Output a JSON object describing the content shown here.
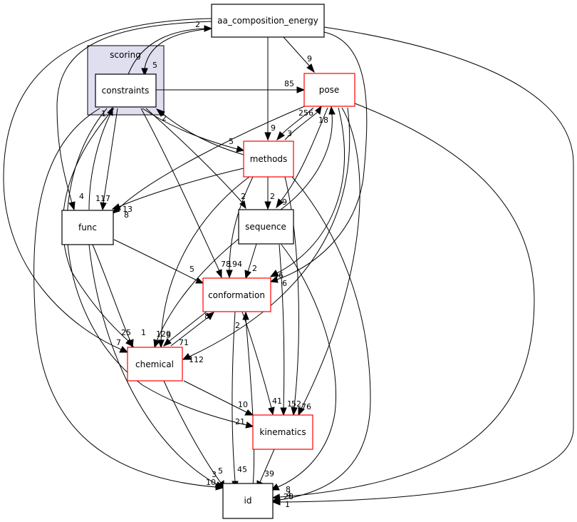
{
  "colors": {
    "normal_border": "#000000",
    "highlight_border": "#ff0000",
    "cluster_fill": "#dfdff0",
    "cluster_border": "#000000"
  },
  "cluster": {
    "title": "scoring"
  },
  "nodes": {
    "aa_composition_energy": "aa_composition_energy",
    "constraints": "constraints",
    "pose": "pose",
    "methods": "methods",
    "func": "func",
    "sequence": "sequence",
    "conformation": "conformation",
    "chemical": "chemical",
    "kinematics": "kinematics",
    "id": "id"
  },
  "edge_labels": {
    "aa_constraints": "5",
    "constraints_aa": "2",
    "aa_pose": "9",
    "constraints_pose": "85",
    "pose_methods": "3",
    "methods_pose": "256",
    "aa_methods": "9",
    "constraints_methods": "5",
    "methods_constraints": "2",
    "pose_sequence": "9",
    "sequence_pose": "18",
    "methods_sequence": "2",
    "constraints_sequence": "2",
    "aa_func": "4",
    "constraints_func": "117",
    "func_constraints": "1",
    "methods_func": "13",
    "pose_func": "8",
    "constraints_conformation": "78",
    "methods_conformation": "194",
    "sequence_conformation": "2",
    "func_conformation": "5",
    "aa_conformation": "6",
    "pose_conformation": "96",
    "func_chemical": "25",
    "sequence_chemical": "1",
    "methods_chemical": "129",
    "conformation_chemical": "71",
    "chemical_conformation": "8",
    "constraints_chemical": "9",
    "aa_chemical": "7",
    "pose_chemical": "112",
    "conformation_kinematics": "41",
    "sequence_kinematics": "1",
    "methods_kinematics": "52",
    "pose_kinematics": "76",
    "chemical_kinematics": "10",
    "constraints_kinematics": "21",
    "conformation_id": "45",
    "kinematics_conformation": "2",
    "chemical_id": "5",
    "func_id": "3",
    "constraints_id": "10",
    "kinematics_id": "39",
    "aa_id": "1",
    "pose_id": "8",
    "methods_id": "28",
    "sequence_id": "4"
  }
}
